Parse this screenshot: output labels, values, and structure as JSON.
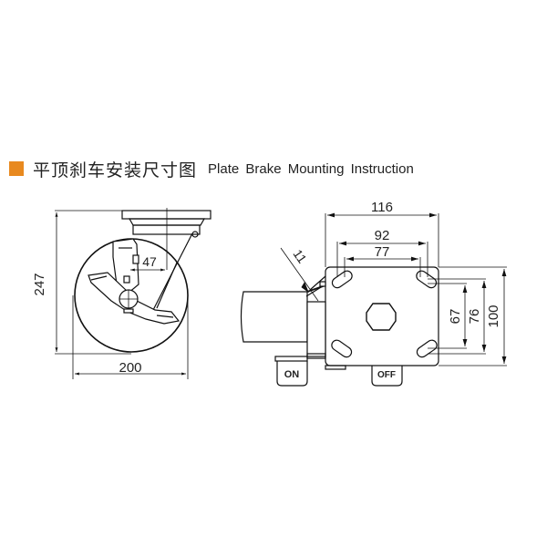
{
  "header": {
    "accent_color": "#e8891f",
    "title_cn": "平顶刹车安装尺寸图",
    "title_en": "Plate Brake Mounting Instruction"
  },
  "side_view": {
    "height_label": "247",
    "width_label": "200",
    "offset_label": "47"
  },
  "top_view": {
    "plate_width_label": "116",
    "bolt_outer_width_label": "92",
    "bolt_inner_width_label": "77",
    "plate_height_label": "100",
    "bolt_outer_height_label": "76",
    "bolt_inner_height_label": "67",
    "brake_angle_label": "11",
    "brake_on_label": "ON",
    "brake_off_label": "OFF"
  }
}
